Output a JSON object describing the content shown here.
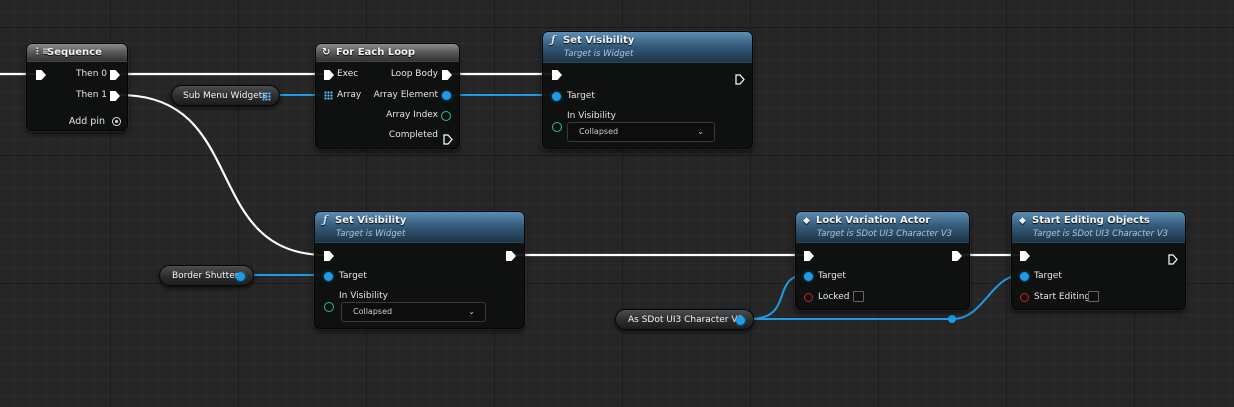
{
  "nodes": {
    "sequence": {
      "title": "Sequence",
      "icon": "sequence-icon",
      "pins": {
        "then0": "Then 0",
        "then1": "Then 1",
        "add_pin": "Add pin"
      }
    },
    "for_each_loop": {
      "title": "For Each Loop",
      "icon": "loop-icon",
      "pins": {
        "exec": "Exec",
        "array": "Array",
        "loop_body": "Loop Body",
        "array_element": "Array Element",
        "array_index": "Array Index",
        "completed": "Completed"
      }
    },
    "set_visibility_top": {
      "title": "Set Visibility",
      "subtitle": "Target is Widget",
      "icon": "function-icon",
      "pins": {
        "target": "Target",
        "in_visibility": "In Visibility"
      },
      "in_visibility_value": "Collapsed"
    },
    "set_visibility_bottom": {
      "title": "Set Visibility",
      "subtitle": "Target is Widget",
      "icon": "function-icon",
      "pins": {
        "target": "Target",
        "in_visibility": "In Visibility"
      },
      "in_visibility_value": "Collapsed"
    },
    "lock_variation_actor": {
      "title": "Lock Variation Actor",
      "subtitle": "Target is SDot UI3 Character V3",
      "icon": "event-diamond-icon",
      "pins": {
        "target": "Target",
        "locked": "Locked"
      }
    },
    "start_editing_objects": {
      "title": "Start Editing Objects",
      "subtitle": "Target is SDot UI3 Character V3",
      "icon": "event-diamond-icon",
      "pins": {
        "target": "Target",
        "start_editing": "Start Editing"
      }
    }
  },
  "variables": {
    "sub_menu_widgets": "Sub Menu Widgets",
    "border_shutter": "Border Shutter",
    "cast_node": "As SDot UI3 Character V3"
  },
  "icons": {
    "function": "ƒ",
    "sequence": "⋮≡",
    "loop": "↻",
    "diamond": "◆",
    "chevron": "⌄"
  },
  "colors": {
    "exec_wire": "#ffffff",
    "object_wire": "#1e9be6",
    "background": "#262626",
    "function_header": "#355c7c",
    "macro_header": "#5c5c5c"
  }
}
